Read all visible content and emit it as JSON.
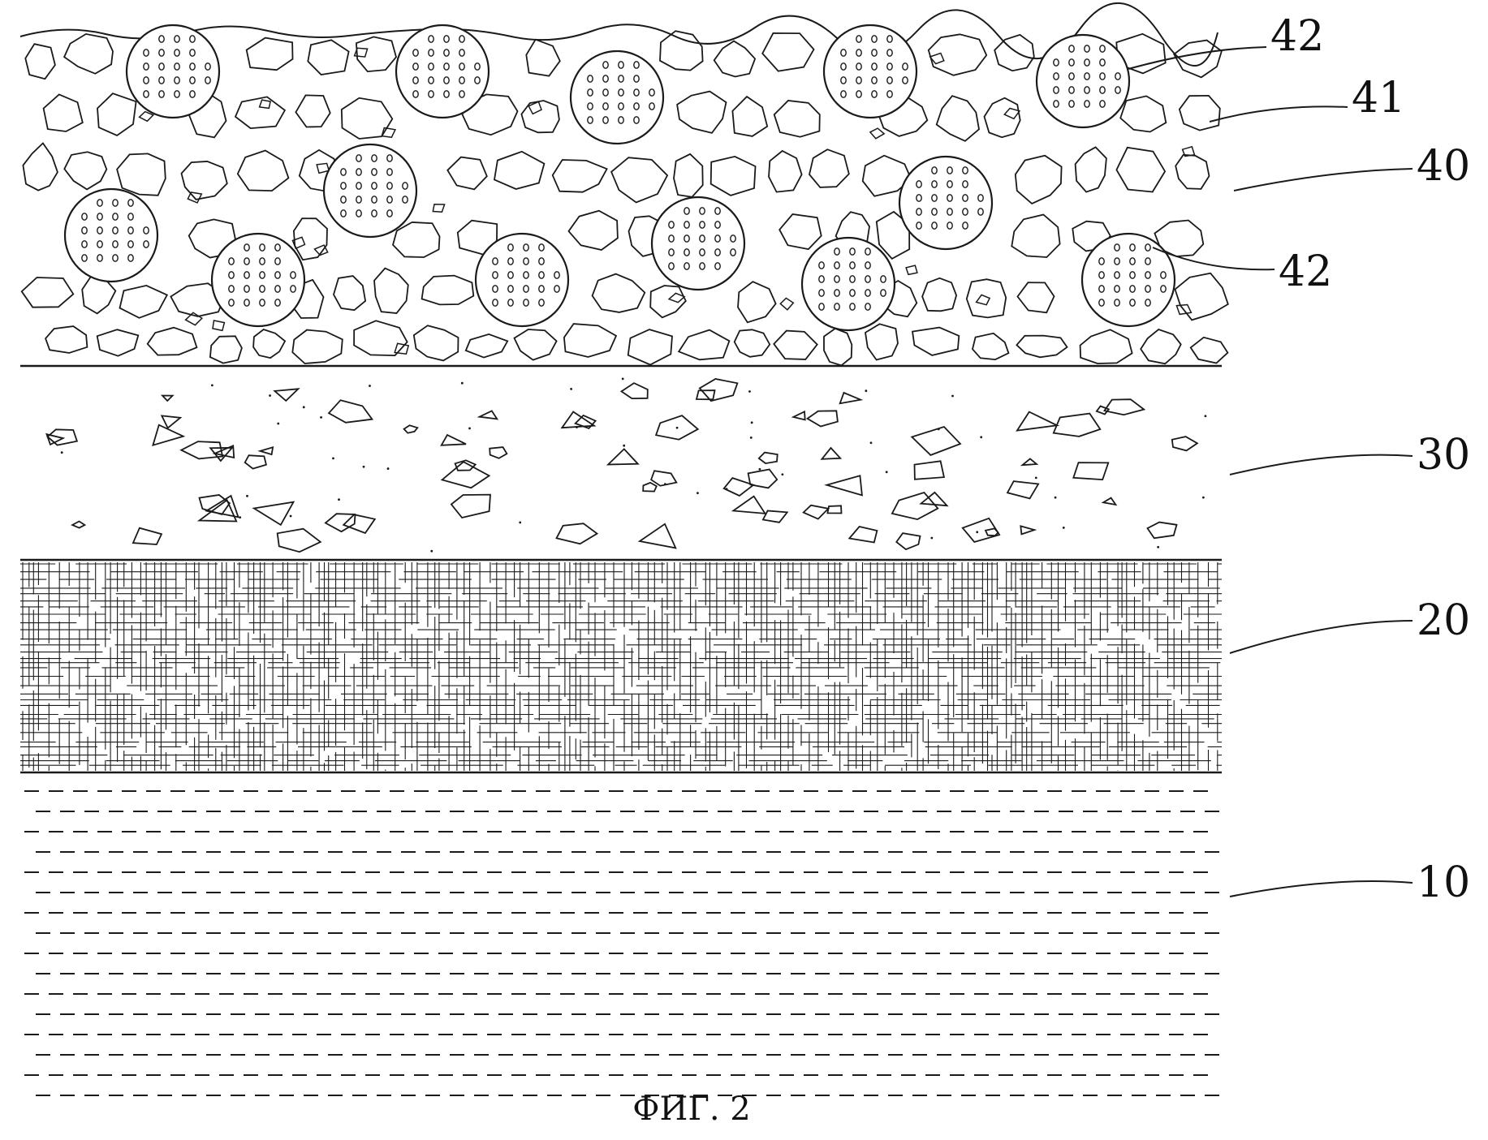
{
  "figure": {
    "caption": "ФИГ. 2",
    "labels": {
      "label_42_top": "42",
      "label_41": "41",
      "label_40": "40",
      "label_42_bottom": "42",
      "label_30": "30",
      "label_20": "20",
      "label_10": "10"
    },
    "colors": {
      "line": "#1a1a1a",
      "background": "#ffffff"
    }
  }
}
